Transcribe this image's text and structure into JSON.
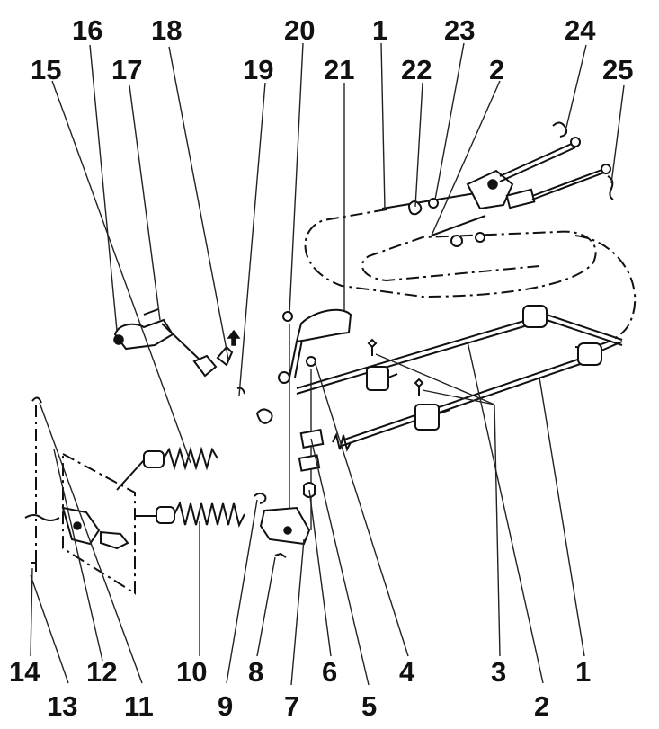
{
  "labels": [
    {
      "id": "l15",
      "text": "15"
    },
    {
      "id": "l16",
      "text": "16"
    },
    {
      "id": "l17",
      "text": "17"
    },
    {
      "id": "l18",
      "text": "18"
    },
    {
      "id": "l19",
      "text": "19"
    },
    {
      "id": "l20",
      "text": "20"
    },
    {
      "id": "l21",
      "text": "21"
    },
    {
      "id": "l1t",
      "text": "1"
    },
    {
      "id": "l22",
      "text": "22"
    },
    {
      "id": "l23",
      "text": "23"
    },
    {
      "id": "l2t",
      "text": "2"
    },
    {
      "id": "l24",
      "text": "24"
    },
    {
      "id": "l25",
      "text": "25"
    },
    {
      "id": "l14",
      "text": "14"
    },
    {
      "id": "l13",
      "text": "13"
    },
    {
      "id": "l12",
      "text": "12"
    },
    {
      "id": "l11",
      "text": "11"
    },
    {
      "id": "l10",
      "text": "10"
    },
    {
      "id": "l9",
      "text": "9"
    },
    {
      "id": "l8",
      "text": "8"
    },
    {
      "id": "l7",
      "text": "7"
    },
    {
      "id": "l6",
      "text": "6"
    },
    {
      "id": "l5",
      "text": "5"
    },
    {
      "id": "l4",
      "text": "4"
    },
    {
      "id": "l3",
      "text": "3"
    },
    {
      "id": "l2b",
      "text": "2"
    },
    {
      "id": "l1b",
      "text": "1"
    }
  ],
  "colors": {
    "ink": "#111111",
    "background": "#ffffff"
  }
}
